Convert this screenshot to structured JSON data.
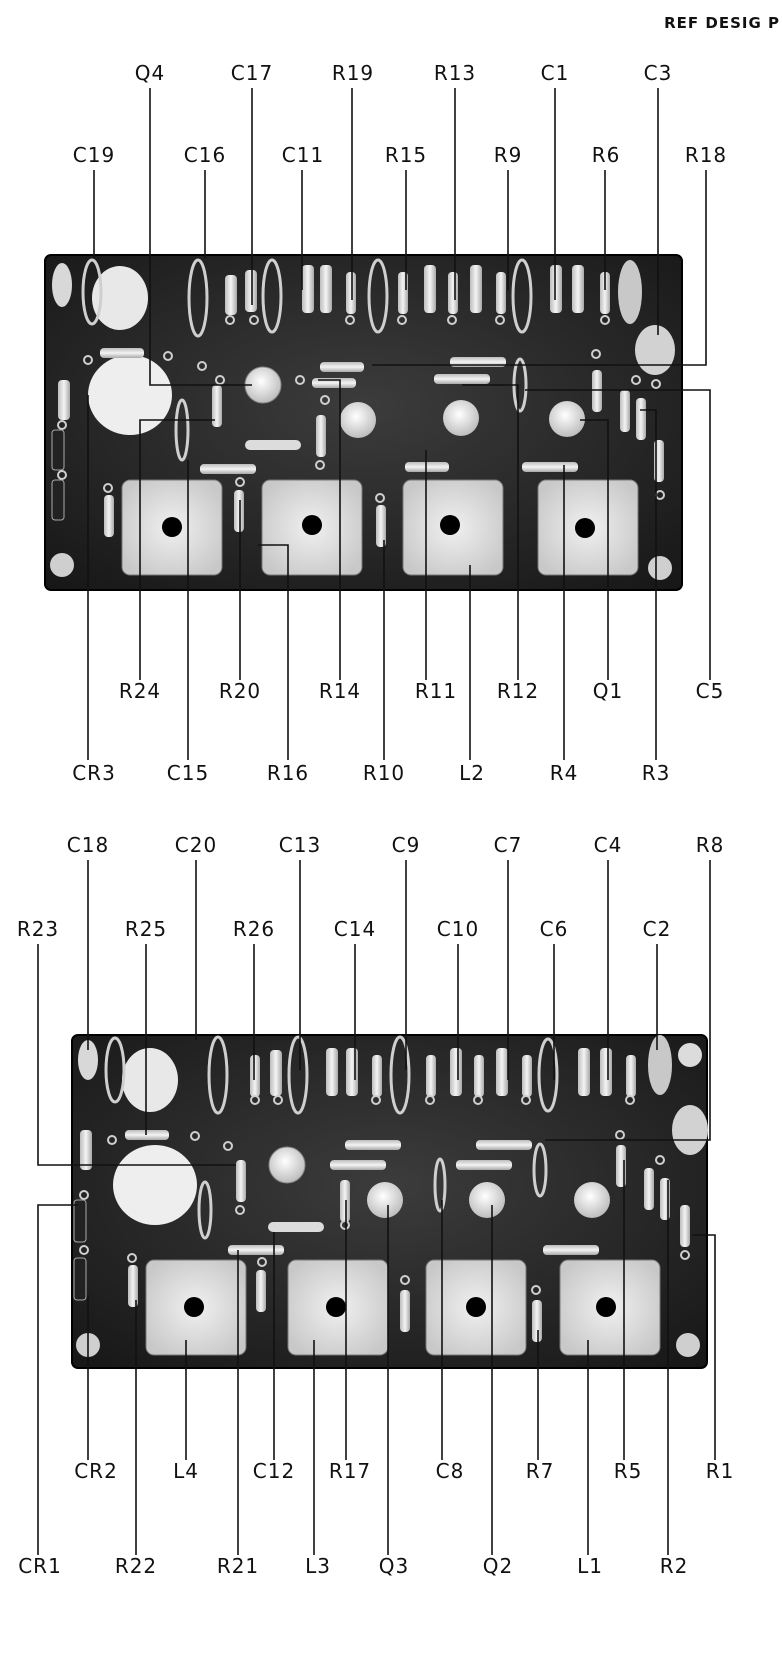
{
  "header": {
    "text": "REF DESIG P"
  },
  "board_top": {
    "labels_row1": [
      "Q4",
      "C17",
      "R19",
      "R13",
      "C1",
      "C3"
    ],
    "labels_row2": [
      "C19",
      "C16",
      "C11",
      "R15",
      "R9",
      "R6",
      "R18"
    ],
    "labels_row3": [
      "R24",
      "R20",
      "R14",
      "R11",
      "R12",
      "Q1",
      "C5"
    ],
    "labels_row4": [
      "CR3",
      "C15",
      "R16",
      "R10",
      "L2",
      "R4",
      "R3"
    ]
  },
  "board_bottom": {
    "labels_row1": [
      "C18",
      "C20",
      "C13",
      "C9",
      "C7",
      "C4",
      "R8"
    ],
    "labels_row2": [
      "R23",
      "R25",
      "R26",
      "C14",
      "C10",
      "C6",
      "C2"
    ],
    "labels_row3": [
      "CR2",
      "L4",
      "C12",
      "R17",
      "C8",
      "R7",
      "R5",
      "R1"
    ],
    "labels_row4": [
      "CR1",
      "R22",
      "R21",
      "L3",
      "Q3",
      "Q2",
      "L1",
      "R2"
    ]
  }
}
